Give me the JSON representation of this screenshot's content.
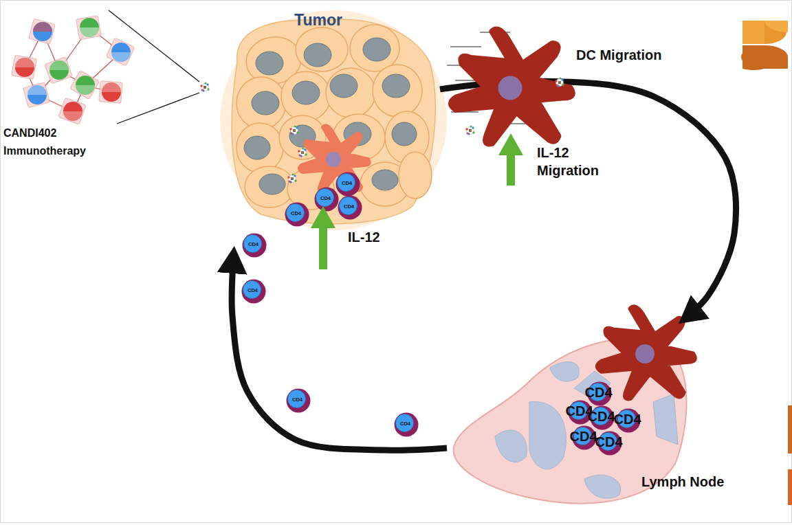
{
  "diagram": {
    "nodes": [
      {
        "text": [
          "Tumor"
        ]
      },
      {
        "text": [
          "CD4"
        ]
      },
      {
        "text": [
          "CD4"
        ]
      },
      {
        "text": [
          "CD4"
        ]
      },
      {
        "text": [
          "CD4"
        ]
      },
      {
        "text": [
          "CD4"
        ]
      },
      {
        "text": [
          "CD4"
        ]
      },
      {
        "text": [
          "CD4"
        ]
      },
      {
        "text": [
          "CD4"
        ]
      },
      {
        "text": [
          "Lymph Node"
        ]
      },
      {
        "text": [
          "CD4"
        ],
        "in": 9
      },
      {
        "text": [
          "CD4"
        ],
        "in": 9
      },
      {
        "text": [
          "CD4"
        ],
        "in": 9
      },
      {
        "text": [
          "CD4"
        ],
        "in": 9
      },
      {
        "text": [
          "CD4"
        ],
        "in": 9
      },
      {
        "text": [
          "CD4"
        ],
        "in": 9
      }
    ],
    "edges": [
      {
        "from": 0,
        "to": 9,
        "arrow": "to"
      },
      {
        "from": 9,
        "to": 0,
        "arrow": "to"
      }
    ],
    "labels": [
      "CANDI402 Immunotherapy",
      "DC Migration",
      "IL-12 Migration",
      "IL-12"
    ]
  }
}
